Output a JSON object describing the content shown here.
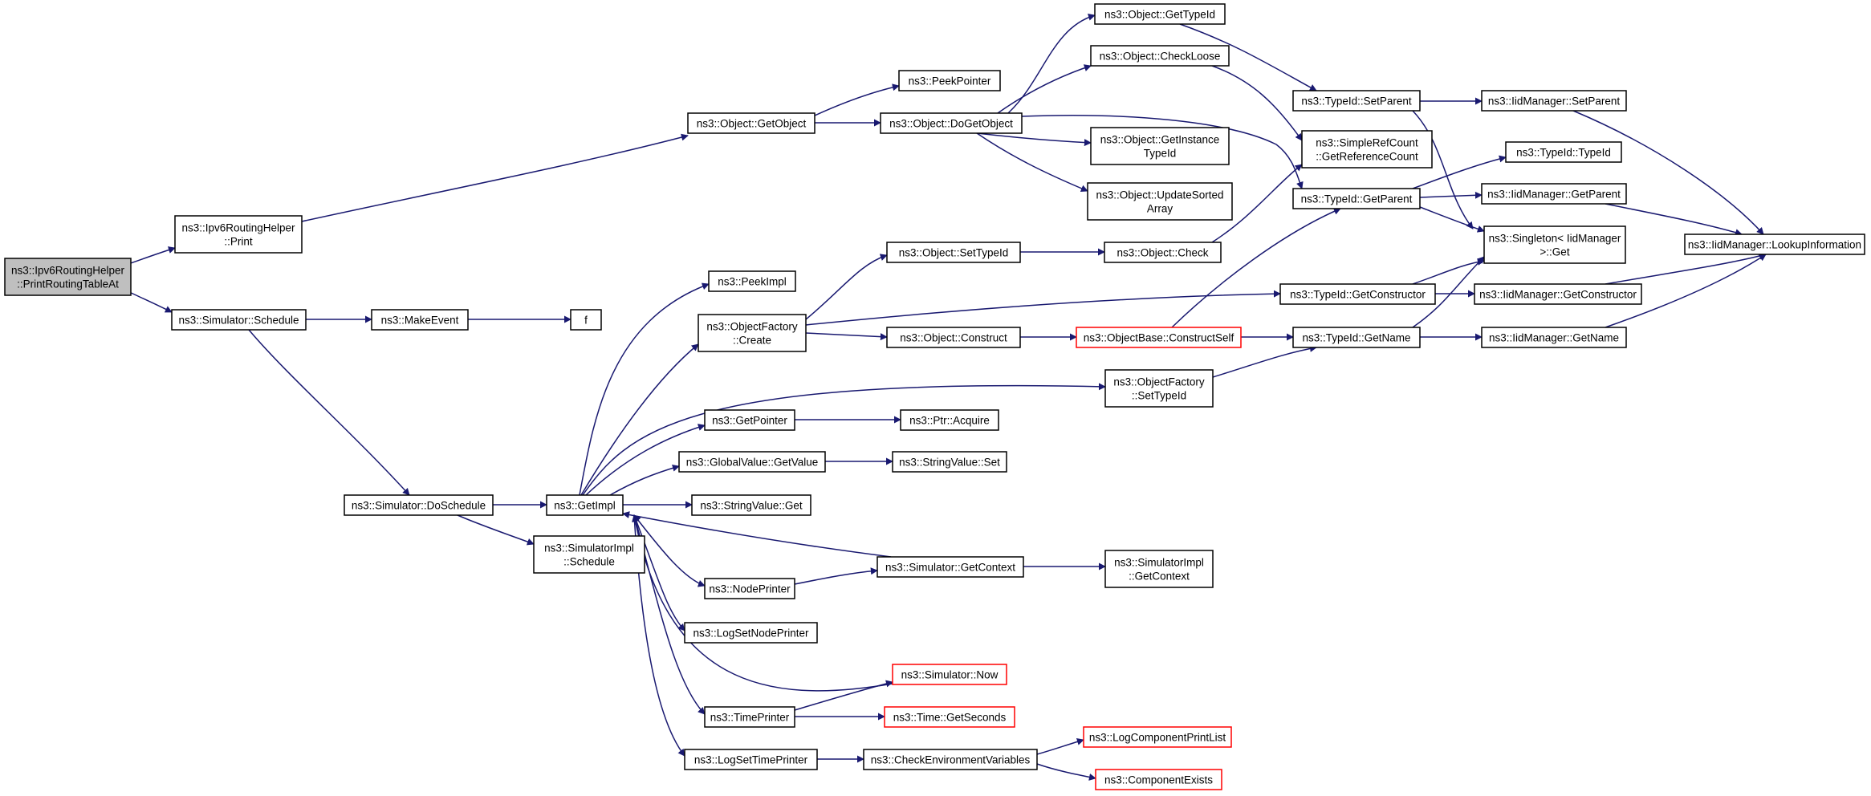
{
  "graph": {
    "edge_color": "#191970",
    "highlight_color": "#ff0000",
    "root_fill": "#bfbfbf",
    "nodes": [
      {
        "id": "root",
        "lines": [
          "ns3::Ipv6RoutingHelper",
          "::PrintRoutingTableAt"
        ],
        "style": "root"
      },
      {
        "id": "ipv6print",
        "lines": [
          "ns3::Ipv6RoutingHelper",
          "::Print"
        ]
      },
      {
        "id": "schedule",
        "lines": [
          "ns3::Simulator::Schedule"
        ]
      },
      {
        "id": "makeevent",
        "lines": [
          "ns3::MakeEvent"
        ]
      },
      {
        "id": "f",
        "lines": [
          "f"
        ]
      },
      {
        "id": "doschedule",
        "lines": [
          "ns3::Simulator::DoSchedule"
        ]
      },
      {
        "id": "simimplschedule",
        "lines": [
          "ns3::SimulatorImpl",
          "::Schedule"
        ]
      },
      {
        "id": "getimpl",
        "lines": [
          "ns3::GetImpl"
        ]
      },
      {
        "id": "getobject",
        "lines": [
          "ns3::Object::GetObject"
        ]
      },
      {
        "id": "peekpointer",
        "lines": [
          "ns3::PeekPointer"
        ]
      },
      {
        "id": "dogetobject",
        "lines": [
          "ns3::Object::DoGetObject"
        ]
      },
      {
        "id": "gettypeid",
        "lines": [
          "ns3::Object::GetTypeId"
        ]
      },
      {
        "id": "checkloose",
        "lines": [
          "ns3::Object::CheckLoose"
        ]
      },
      {
        "id": "getinstancetypeid",
        "lines": [
          "ns3::Object::GetInstance",
          "TypeId"
        ]
      },
      {
        "id": "updatesorted",
        "lines": [
          "ns3::Object::UpdateSorted",
          "Array"
        ]
      },
      {
        "id": "tid_setparent",
        "lines": [
          "ns3::TypeId::SetParent"
        ]
      },
      {
        "id": "srcgetref",
        "lines": [
          "ns3::SimpleRefCount",
          "::GetReferenceCount"
        ]
      },
      {
        "id": "tid_getparent",
        "lines": [
          "ns3::TypeId::GetParent"
        ]
      },
      {
        "id": "iid_setparent",
        "lines": [
          "ns3::IidManager::SetParent"
        ]
      },
      {
        "id": "tid_typeid",
        "lines": [
          "ns3::TypeId::TypeId"
        ]
      },
      {
        "id": "iid_getparent",
        "lines": [
          "ns3::IidManager::GetParent"
        ]
      },
      {
        "id": "singleton",
        "lines": [
          "ns3::Singleton< IidManager",
          " >::Get"
        ]
      },
      {
        "id": "lookupinfo",
        "lines": [
          "ns3::IidManager::LookupInformation"
        ]
      },
      {
        "id": "peekimpl",
        "lines": [
          "ns3::PeekImpl"
        ]
      },
      {
        "id": "objfactorycreate",
        "lines": [
          "ns3::ObjectFactory",
          "::Create"
        ]
      },
      {
        "id": "settypeid",
        "lines": [
          "ns3::Object::SetTypeId"
        ]
      },
      {
        "id": "objcheck",
        "lines": [
          "ns3::Object::Check"
        ]
      },
      {
        "id": "objconstruct",
        "lines": [
          "ns3::Object::Construct"
        ]
      },
      {
        "id": "constructself",
        "lines": [
          "ns3::ObjectBase::ConstructSelf"
        ],
        "style": "red"
      },
      {
        "id": "tid_getconstructor",
        "lines": [
          "ns3::TypeId::GetConstructor"
        ]
      },
      {
        "id": "iid_getconstructor",
        "lines": [
          "ns3::IidManager::GetConstructor"
        ]
      },
      {
        "id": "tid_getname",
        "lines": [
          "ns3::TypeId::GetName"
        ]
      },
      {
        "id": "iid_getname",
        "lines": [
          "ns3::IidManager::GetName"
        ]
      },
      {
        "id": "objfactorysettypeid",
        "lines": [
          "ns3::ObjectFactory",
          "::SetTypeId"
        ]
      },
      {
        "id": "getpointer",
        "lines": [
          "ns3::GetPointer"
        ]
      },
      {
        "id": "ptracquire",
        "lines": [
          "ns3::Ptr::Acquire"
        ]
      },
      {
        "id": "gvgetvalue",
        "lines": [
          "ns3::GlobalValue::GetValue"
        ]
      },
      {
        "id": "svset",
        "lines": [
          "ns3::StringValue::Set"
        ]
      },
      {
        "id": "svget",
        "lines": [
          "ns3::StringValue::Get"
        ]
      },
      {
        "id": "simgetcontext",
        "lines": [
          "ns3::Simulator::GetContext"
        ]
      },
      {
        "id": "simimplgetcontext",
        "lines": [
          "ns3::SimulatorImpl",
          "::GetContext"
        ]
      },
      {
        "id": "nodeprinter",
        "lines": [
          "ns3::NodePrinter"
        ]
      },
      {
        "id": "logsetnodeprinter",
        "lines": [
          "ns3::LogSetNodePrinter"
        ]
      },
      {
        "id": "simnow",
        "lines": [
          "ns3::Simulator::Now"
        ],
        "style": "red"
      },
      {
        "id": "timeprinter",
        "lines": [
          "ns3::TimePrinter"
        ]
      },
      {
        "id": "timegetseconds",
        "lines": [
          "ns3::Time::GetSeconds"
        ],
        "style": "red"
      },
      {
        "id": "logsettimeprinter",
        "lines": [
          "ns3::LogSetTimePrinter"
        ]
      },
      {
        "id": "checkenv",
        "lines": [
          "ns3::CheckEnvironmentVariables"
        ]
      },
      {
        "id": "logcompprint",
        "lines": [
          "ns3::LogComponentPrintList"
        ],
        "style": "red"
      },
      {
        "id": "compexists",
        "lines": [
          "ns3::ComponentExists"
        ],
        "style": "red"
      }
    ]
  }
}
